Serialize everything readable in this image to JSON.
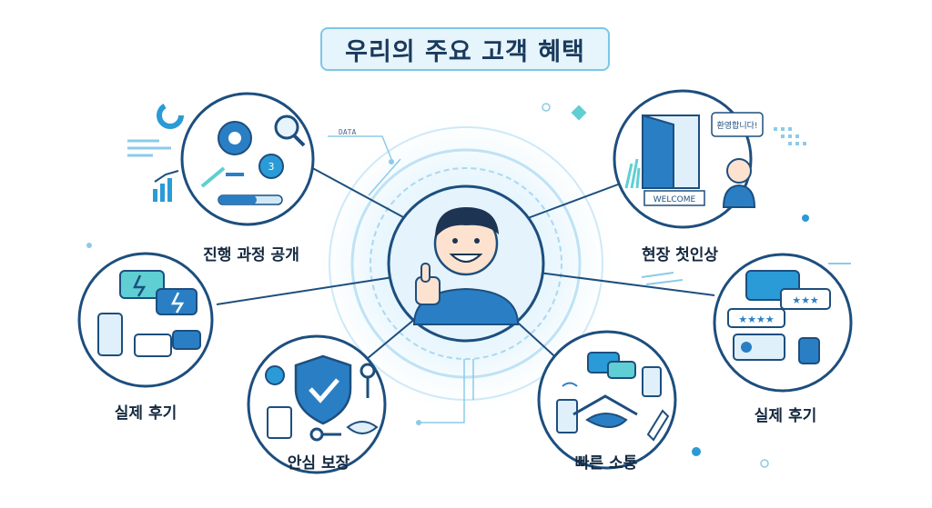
{
  "title": "우리의 주요 고객 혜택",
  "center": {
    "icon": "smiling-customer-thumbs-up"
  },
  "benefits": [
    {
      "label": "진행 과정 공개",
      "icon": "gears-process-icon"
    },
    {
      "label": "현장 첫인상",
      "icon": "welcome-door-icon",
      "sign_text": "WELCOME",
      "speech_text": "환영합니다!"
    },
    {
      "label": "실제 후기",
      "icon": "chat-bubbles-icon"
    },
    {
      "label": "실제 후기",
      "icon": "star-reviews-icon"
    },
    {
      "label": "안심 보장",
      "icon": "shield-check-icon"
    },
    {
      "label": "빠른 소통",
      "icon": "handshake-chat-icon"
    }
  ],
  "decor": {
    "data_tag": "DATA"
  },
  "colors": {
    "primary": "#1d4e7e",
    "accent": "#2a9bd6",
    "light": "#dff0fa",
    "teal": "#5fcfd3"
  }
}
